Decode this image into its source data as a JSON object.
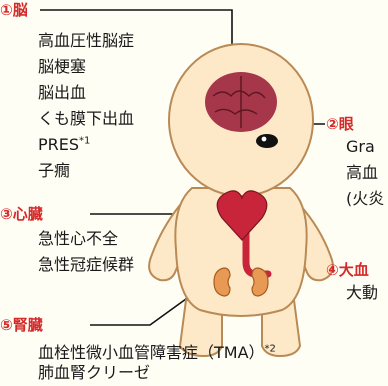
{
  "sections": {
    "brain": {
      "number": "①",
      "title": "脳",
      "items": [
        "高血圧性脳症",
        "脳梗塞",
        "脳出血",
        "くも膜下出血",
        "PRES"
      ],
      "note": "*1",
      "last": "子癇"
    },
    "eye": {
      "number": "②",
      "title": "眼",
      "items": [
        "Gra",
        "高血",
        "(火炎"
      ]
    },
    "heart": {
      "number": "③",
      "title": "心臓",
      "items": [
        "急性心不全",
        "急性冠症候群"
      ]
    },
    "aorta": {
      "number": "④",
      "title": "大血",
      "items": [
        "大動"
      ]
    },
    "kidney": {
      "number": "⑤",
      "title": "腎臓",
      "items": [
        "血栓性微小血管障害症（TMA）"
      ],
      "note": "*2",
      "cut": "肺血腎クリーゼ"
    }
  },
  "colors": {
    "accent": "#d42a2a",
    "body_fill": "#fde9c8",
    "body_stroke": "#b98a55",
    "brain": "#a6364a",
    "heart": "#c8243a",
    "kidney": "#e89a55"
  }
}
